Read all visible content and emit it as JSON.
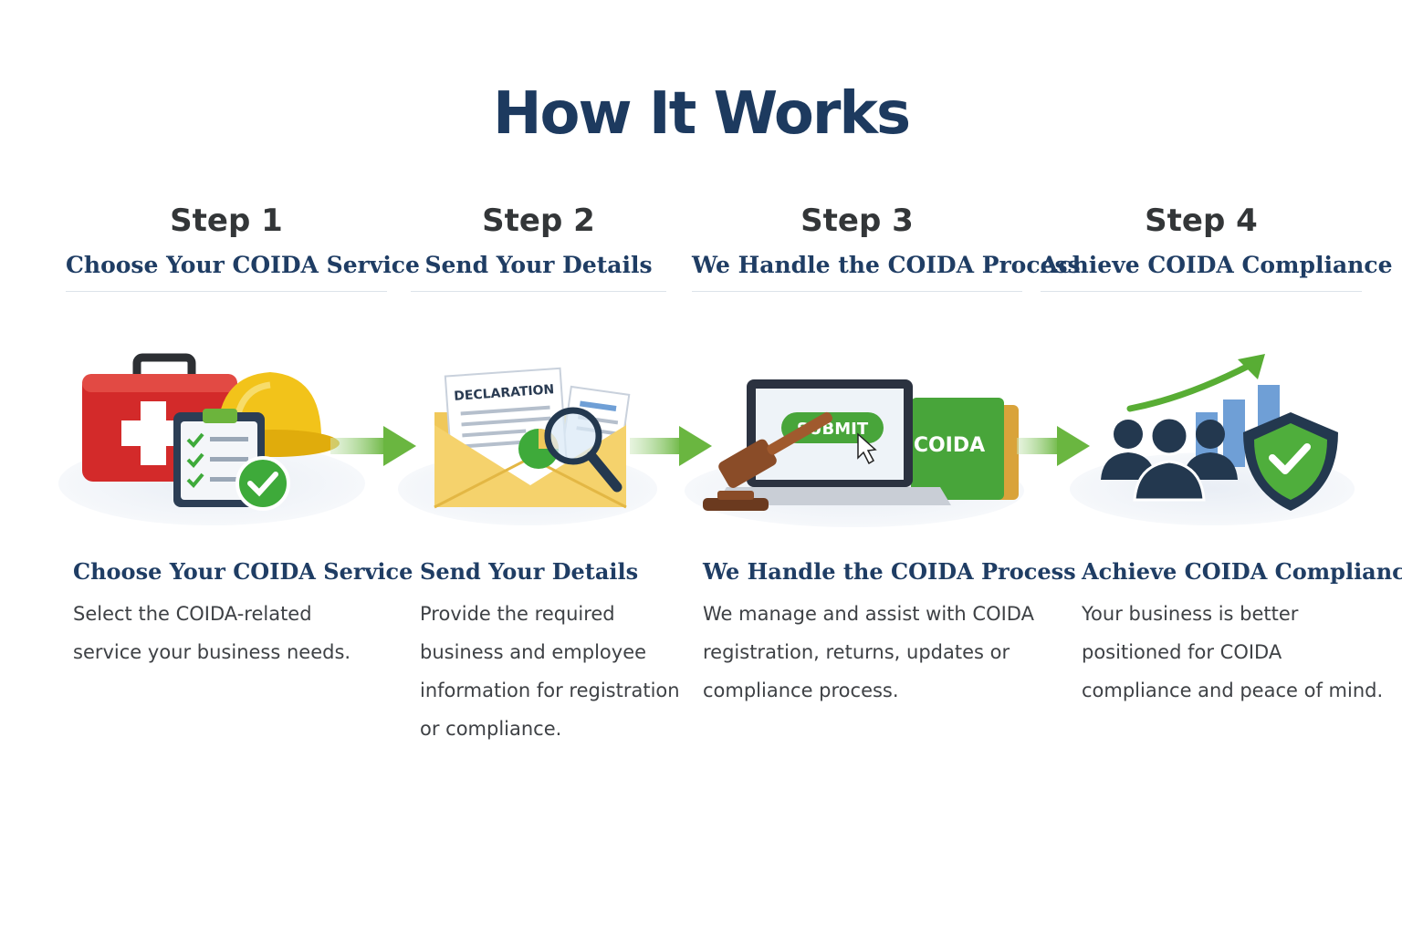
{
  "page": {
    "title": "How It Works"
  },
  "steps": [
    {
      "label": "Step 1",
      "subtitle": "Choose Your COIDA Service",
      "title": "Choose Your COIDA Service",
      "description": "Select the COIDA-related service your business needs.",
      "icon": "first-aid-kit-hard-hat-checklist-icon"
    },
    {
      "label": "Step 2",
      "subtitle": "Send Your Details",
      "title": "Send Your Details",
      "description": "Provide the required business and employee information for registration or compliance.",
      "icon": "envelope-declaration-magnifier-icon",
      "document_label": "DECLARATION"
    },
    {
      "label": "Step 3",
      "subtitle": "We Handle the COIDA Process",
      "title": "We Handle the COIDA Process",
      "description": "We manage and assist with COIDA registration, returns, updates or compliance process.",
      "icon": "laptop-gavel-folder-icon",
      "button_label": "SUBMIT",
      "folder_label": "COIDA"
    },
    {
      "label": "Step 4",
      "subtitle": "Achieve COIDA Compliance",
      "title": "Achieve COIDA Compliance",
      "description": "Your business is better positioned for COIDA compliance and peace of mind.",
      "icon": "people-shield-growth-chart-icon"
    }
  ],
  "colors": {
    "heading": "#1d3a5f",
    "subtitle": "#1f3d64",
    "arrow": "#6ab640",
    "kit_red": "#d32a2a",
    "helmet_yellow": "#f2c31a",
    "check_green": "#3eaa3a",
    "folder_green": "#48a53a",
    "chart_blue": "#6f9fd6",
    "people_navy": "#23384f"
  }
}
